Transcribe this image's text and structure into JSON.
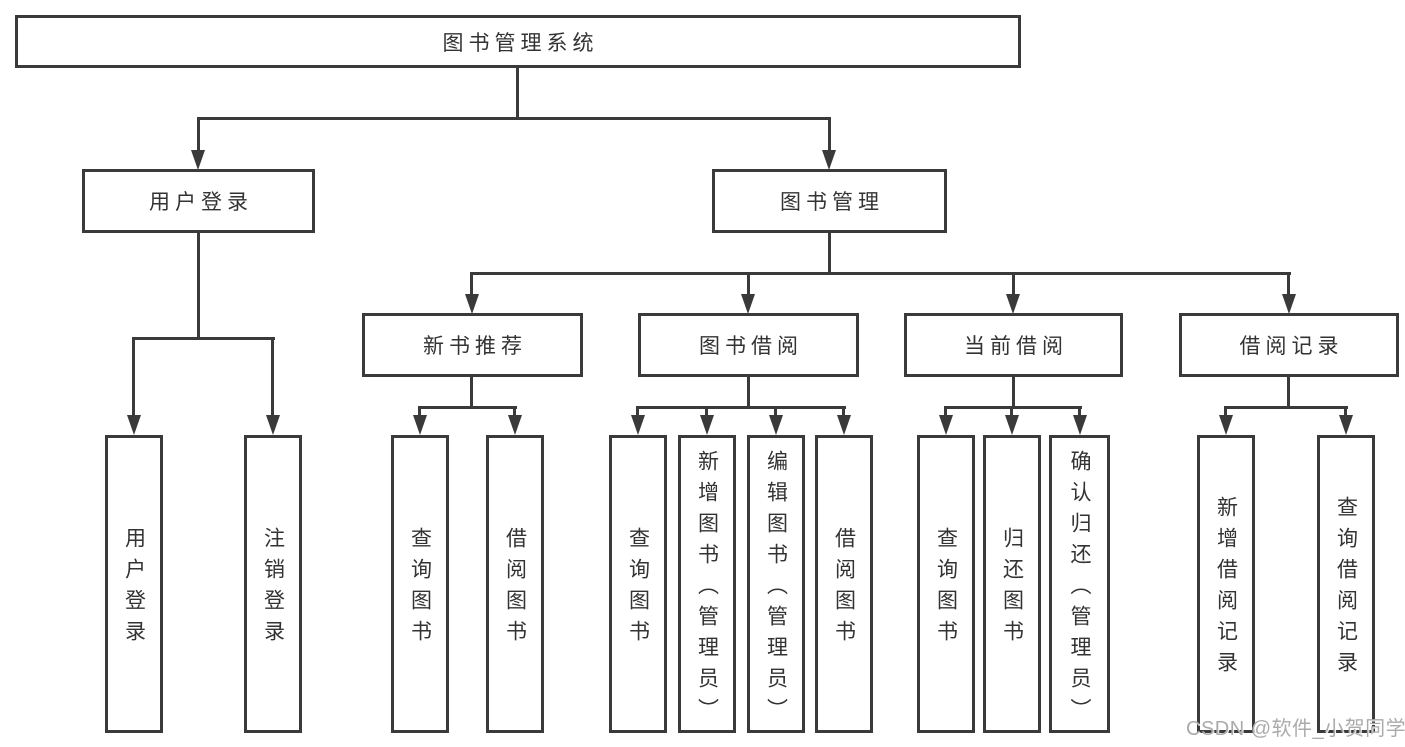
{
  "colors": {
    "line": "#3a3a3a",
    "text": "#333333",
    "background": "#ffffff",
    "watermark": "#ababab"
  },
  "nodes": {
    "root": "图书管理系统",
    "level2": {
      "user": "用户登录",
      "books": "图书管理"
    },
    "level3": {
      "recommend": "新书推荐",
      "borrow": "图书借阅",
      "current": "当前借阅",
      "records": "借阅记录"
    },
    "leaves": {
      "user": [
        "用户登录",
        "注销登录"
      ],
      "recommend": [
        "查询图书",
        "借阅图书"
      ],
      "borrow": [
        "查询图书",
        "新增图书（管理员）",
        "编辑图书（管理员）",
        "借阅图书"
      ],
      "current": [
        "查询图书",
        "归还图书",
        "确认归还（管理员）"
      ],
      "records": [
        "新增借阅记录",
        "查询借阅记录"
      ]
    }
  },
  "watermark": {
    "text": "CSDN @软件_小贺同学"
  }
}
